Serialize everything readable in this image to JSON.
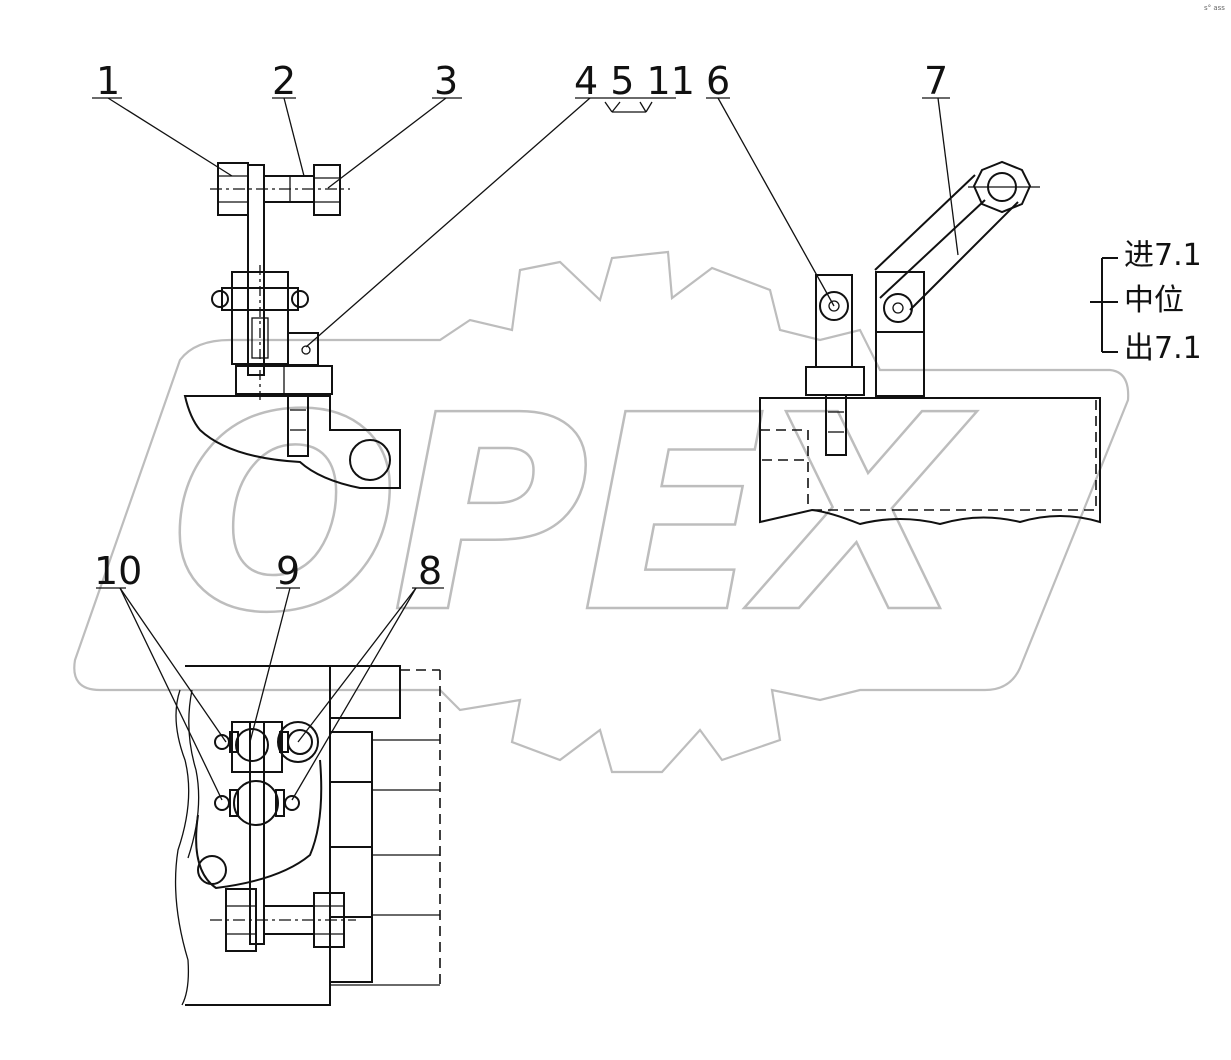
{
  "corner_note": "s° ass",
  "callouts": {
    "c1": "1",
    "c2": "2",
    "c3": "3",
    "c4_5_11": "4 5 11",
    "c6": "6",
    "c7": "7",
    "c8": "8",
    "c9": "9",
    "c10": "10"
  },
  "position_labels": {
    "in": "进7.1",
    "middle": "中位",
    "out": "出7.1"
  },
  "watermark": {
    "text": "OPEX"
  }
}
